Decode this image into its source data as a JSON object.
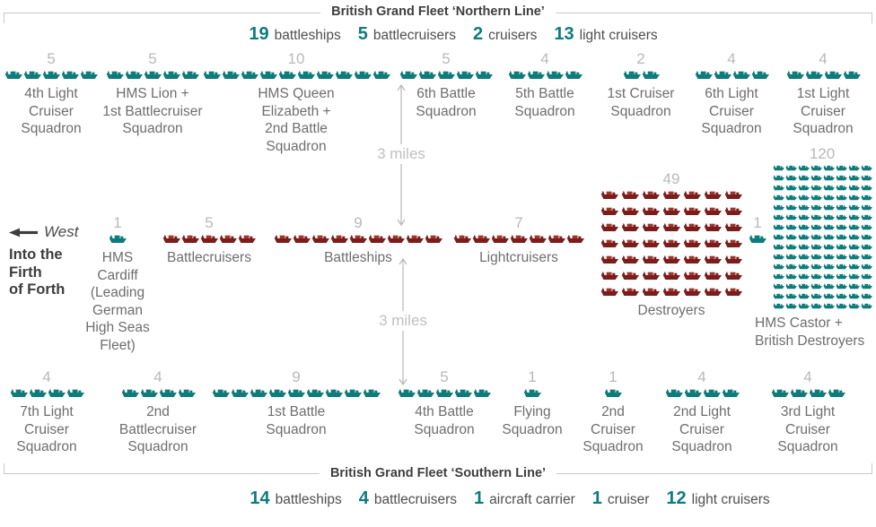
{
  "colors": {
    "british_teal": "#0f7c7b",
    "german_red": "#7b1d1d",
    "german_red_accent": "#a23428"
  },
  "northern_header": {
    "title": "British Grand Fleet ‘Northern Line’",
    "stats": [
      {
        "value": "19",
        "label": "battleships"
      },
      {
        "value": "5",
        "label": "battlecruisers"
      },
      {
        "value": "2",
        "label": "cruisers"
      },
      {
        "value": "13",
        "label": "light cruisers"
      }
    ]
  },
  "southern_footer": {
    "title": "British Grand Fleet ‘Southern Line’",
    "stats": [
      {
        "value": "14",
        "label": "battleships"
      },
      {
        "value": "4",
        "label": "battlecruisers"
      },
      {
        "value": "1",
        "label": "aircraft carrier"
      },
      {
        "value": "1",
        "label": "cruiser"
      },
      {
        "value": "12",
        "label": "light cruisers"
      }
    ]
  },
  "west_annotation": {
    "direction": "West",
    "destination": "Into the\nFirth\nof Forth"
  },
  "distance_labels": {
    "north_gap": "3 miles",
    "south_gap": "3 miles"
  },
  "fleet_rows": {
    "northern": {
      "groups": [
        {
          "count": 5,
          "label": "4th Light\nCruiser\nSquadron",
          "fleet": "british"
        },
        {
          "count": 5,
          "label": "HMS Lion +\n1st Battlecruiser\nSquadron",
          "fleet": "british"
        },
        {
          "count": 10,
          "label": "HMS Queen\nElizabeth +\n2nd Battle\nSquadron",
          "fleet": "british"
        },
        {
          "count": 5,
          "label": "6th Battle\nSquadron",
          "fleet": "british"
        },
        {
          "count": 4,
          "label": "5th Battle\nSquadron",
          "fleet": "british"
        },
        {
          "count": 2,
          "label": "1st Cruiser\nSquadron",
          "fleet": "british"
        },
        {
          "count": 4,
          "label": "6th Light\nCruiser\nSquadron",
          "fleet": "british"
        },
        {
          "count": 4,
          "label": "1st Light\nCruiser\nSquadron",
          "fleet": "british"
        }
      ]
    },
    "center": {
      "groups": [
        {
          "count": 1,
          "label": "HMS\nCardiff\n(Leading\nGerman\nHigh Seas\nFleet)",
          "fleet": "british"
        },
        {
          "count": 5,
          "label": "Battlecruisers",
          "fleet": "german"
        },
        {
          "count": 9,
          "label": "Battleships",
          "fleet": "german"
        },
        {
          "count": 7,
          "label": "Lightcruisers",
          "fleet": "german"
        },
        {
          "count": 49,
          "label": "Destroyers",
          "fleet": "german"
        },
        {
          "count": 1,
          "label": "",
          "fleet": "british"
        },
        {
          "count": 120,
          "label": "HMS Castor +\nBritish Destroyers",
          "fleet": "british"
        }
      ]
    },
    "southern": {
      "groups": [
        {
          "count": 4,
          "label": "7th Light\nCruiser\nSquadron",
          "fleet": "british"
        },
        {
          "count": 4,
          "label": "2nd\nBattlecruiser\nSquadron",
          "fleet": "british"
        },
        {
          "count": 9,
          "label": "1st Battle\nSquadron",
          "fleet": "british"
        },
        {
          "count": 5,
          "label": "4th Battle\nSquadron",
          "fleet": "british"
        },
        {
          "count": 1,
          "label": "Flying\nSquadron",
          "fleet": "british"
        },
        {
          "count": 1,
          "label": "2nd\nCruiser\nSquadron",
          "fleet": "british"
        },
        {
          "count": 4,
          "label": "2nd Light\nCruiser\nSquadron",
          "fleet": "british"
        },
        {
          "count": 4,
          "label": "3rd Light\nCruiser\nSquadron",
          "fleet": "british"
        }
      ]
    }
  }
}
